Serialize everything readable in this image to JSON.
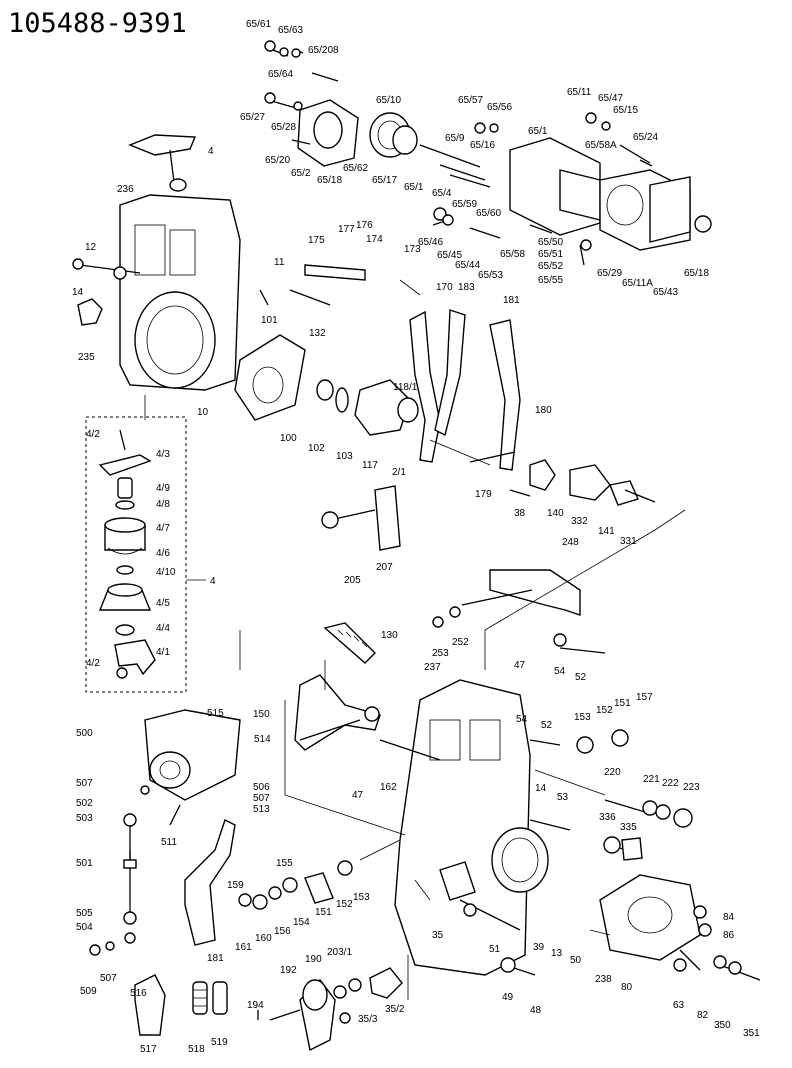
{
  "title": "105488-9391",
  "labels": {
    "l65_61": "65/61",
    "l65_63": "65/63",
    "l65_208": "65/208",
    "l65_64": "65/64",
    "l65_27": "65/27",
    "l65_28": "65/28",
    "l65_20": "65/20",
    "l65_2": "65/2",
    "l65_18": "65/18",
    "l65_62": "65/62",
    "l65_17": "65/17",
    "l65_10": "65/10",
    "l65_1a": "65/1",
    "l65_4": "65/4",
    "l65_9": "65/9",
    "l65_16": "65/16",
    "l65_57": "65/57",
    "l65_56": "65/56",
    "l65_59": "65/59",
    "l65_60": "65/60",
    "l65_1": "65/1",
    "l65_11": "65/11",
    "l65_47": "65/47",
    "l65_15": "65/15",
    "l65_24": "65/24",
    "l65_58a": "65/58A",
    "l65_29": "65/29",
    "l65_11a": "65/11A",
    "l65_43": "65/43",
    "l65_18b": "65/18",
    "l65_46": "65/46",
    "l65_45": "65/45",
    "l65_44": "65/44",
    "l65_53": "65/53",
    "l65_58": "65/58",
    "l65_50": "65/50",
    "l65_51": "65/51",
    "l65_52": "65/52",
    "l65_55": "65/55",
    "l4top": "4",
    "l236": "236",
    "l12": "12",
    "l14a": "14",
    "l235": "235",
    "l11": "11",
    "l101": "101",
    "l132": "132",
    "l175": "175",
    "l177": "177",
    "l176": "176",
    "l174": "174",
    "l173": "173",
    "l170": "170",
    "l183": "183",
    "l181": "181",
    "l10": "10",
    "l100": "100",
    "l102": "102",
    "l103": "103",
    "l117": "117",
    "l118_1": "118/1",
    "l180": "180",
    "l179": "179",
    "l38": "38",
    "l140": "140",
    "l332": "332",
    "l141": "141",
    "l331": "331",
    "l4_2a": "4/2",
    "l4_3": "4/3",
    "l4_9": "4/9",
    "l4_8": "4/8",
    "l4_7": "4/7",
    "l4_6": "4/6",
    "l4_10": "4/10",
    "l4side": "4",
    "l4_5": "4/5",
    "l4_4": "4/4",
    "l4_1": "4/1",
    "l4_2b": "4/2",
    "l2_1": "2/1",
    "l205": "205",
    "l207": "207",
    "l248": "248",
    "l130": "130",
    "l253": "253",
    "l252": "252",
    "l237": "237",
    "l47a": "47",
    "l54a": "54",
    "l52a": "52",
    "l150": "150",
    "l54b": "54",
    "l52b": "52",
    "l153": "153",
    "l152a": "152",
    "l151a": "151",
    "l157": "157",
    "l500": "500",
    "l515": "515",
    "l514": "514",
    "l506": "506",
    "l507a": "507",
    "l513": "513",
    "l507b": "507",
    "l502": "502",
    "l503": "503",
    "l511": "511",
    "l501": "501",
    "l505": "505",
    "l504": "504",
    "l507c": "507",
    "l509": "509",
    "l516": "516",
    "l517": "517",
    "l518": "518",
    "l519": "519",
    "l162": "162",
    "l47b": "47",
    "l220": "220",
    "l221": "221",
    "l222": "222",
    "l223": "223",
    "l14b": "14",
    "l53": "53",
    "l336": "336",
    "l335": "335",
    "l155": "155",
    "l159": "159",
    "l181b": "181",
    "l161": "161",
    "l160": "160",
    "l156": "156",
    "l154": "154",
    "l151b": "151",
    "l152b": "152",
    "l153b": "153",
    "l35": "35",
    "l51": "51",
    "l39": "39",
    "l13": "13",
    "l50": "50",
    "l238": "238",
    "l80": "80",
    "l84": "84",
    "l86": "86",
    "l63": "63",
    "l82": "82",
    "l350": "350",
    "l351": "351",
    "l49": "49",
    "l48": "48",
    "l194": "194",
    "l192": "192",
    "l190": "190",
    "l203_1": "203/1",
    "l35_2": "35/2",
    "l35_3": "35/3"
  }
}
